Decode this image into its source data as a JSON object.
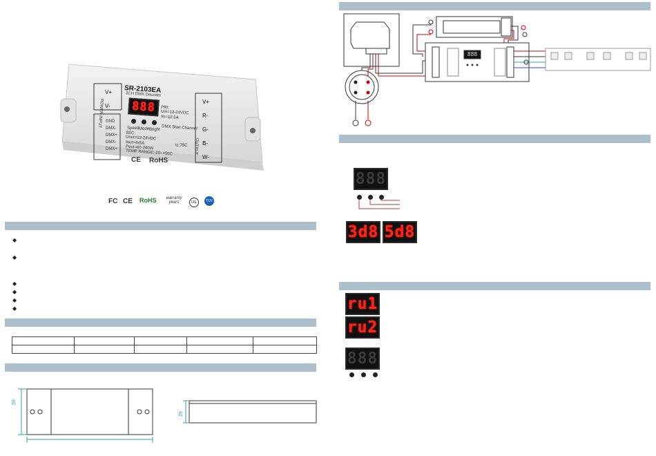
{
  "product": {
    "model": "SR-2103EA",
    "subtitle": "3CH DMX Decoder",
    "display_digits": "888",
    "pri_label": "PRI:",
    "pri_lines": [
      "Uin=12-24VDC",
      "Iin=12.5A"
    ],
    "sec_label": "SEC:",
    "sec_lines": [
      "Uout=12-24VDC",
      "Iout=4x5A",
      "Pout=60-240W",
      "TEMP RANGE:-20~+50C"
    ],
    "input_power_label": "POWER INPUT",
    "vplus": "V+",
    "vminus": "V-",
    "dmx_terminals": [
      "GND",
      "DMX-",
      "DMX+",
      "DMX-",
      "DMX+"
    ],
    "buttons": [
      "Speed",
      "Mode",
      "Bright"
    ],
    "dmx_start_label": "DMX Start Channel",
    "output_label": "OUTPUT",
    "output_terminals": [
      "V+",
      "R-",
      "G-",
      "B-",
      "W-"
    ],
    "temp_mark": "tc:75C",
    "ce_mark": "CE",
    "rohs_mark": "RoHS"
  },
  "certifications": [
    "FC",
    "CE",
    "RoHS",
    "warranty years",
    "UL",
    "TUV"
  ],
  "dimensions": {
    "width": "59",
    "height": "29"
  },
  "segment_displays": {
    "wiring_panel": "888",
    "setup_1": "888",
    "setup_2a": "3d8",
    "setup_2b": "5d8",
    "mode_1": "ru1",
    "mode_2": "ru2",
    "mode_3": "888"
  },
  "colors": {
    "accent_bar": "#aebfcc",
    "led_red": "#ff2418"
  }
}
